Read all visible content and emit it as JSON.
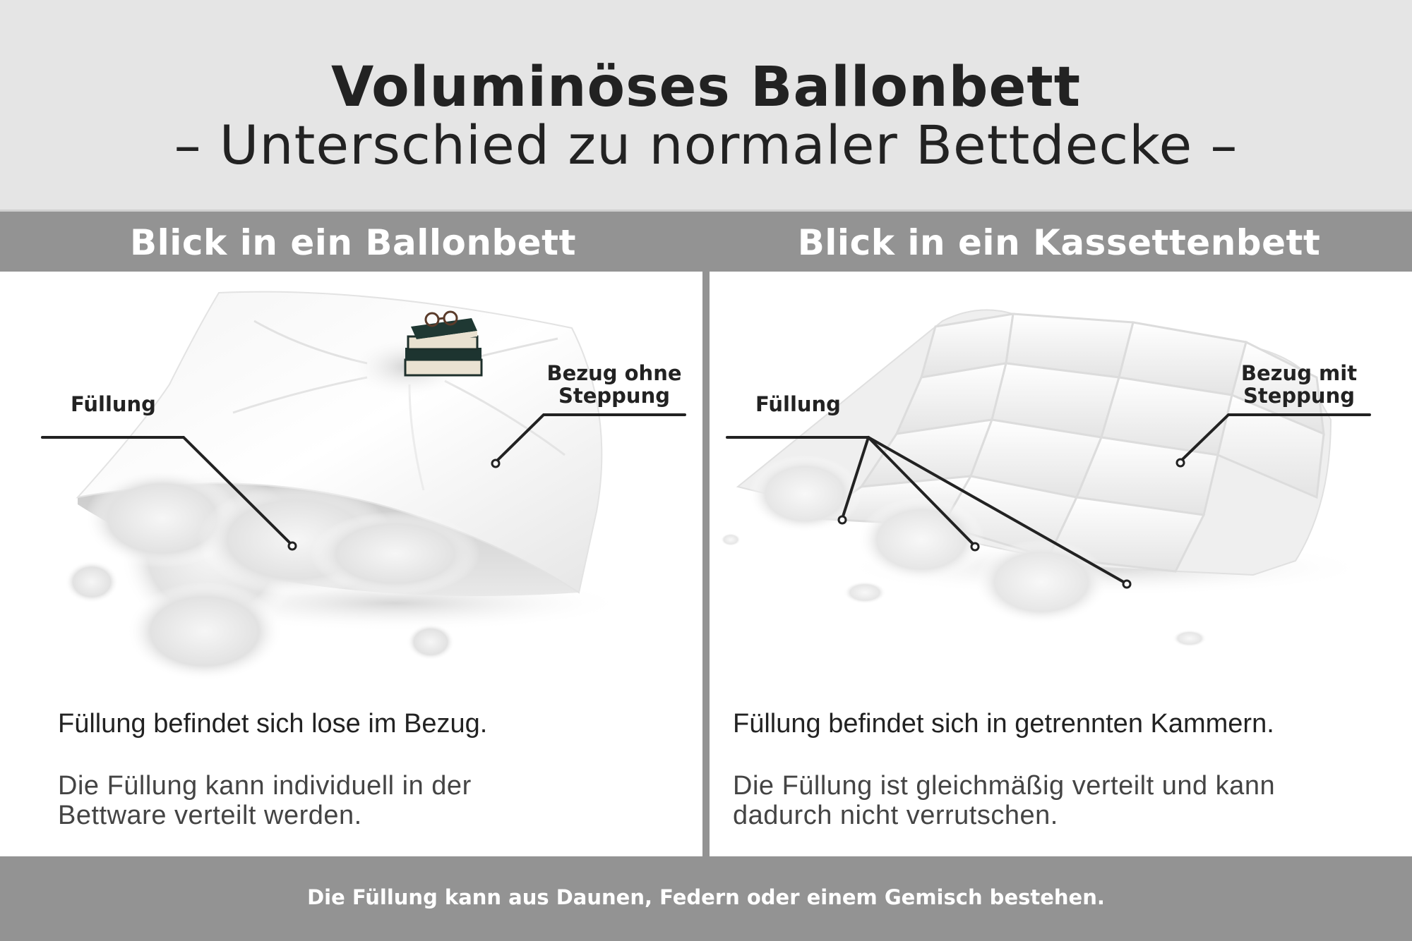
{
  "header": {
    "title": "Voluminöses Ballonbett",
    "subtitle": "– Unterschied zu normaler Bettdecke –"
  },
  "colors": {
    "header_bg": "#e5e5e5",
    "band_bg": "#939393",
    "text_dark": "#222222",
    "text_light": "#444444",
    "white": "#ffffff"
  },
  "panels": [
    {
      "heading": "Blick in ein Ballonbett",
      "illustration": "pillow-with-loose-filling",
      "labels": {
        "filling": "Füllung",
        "cover_line1": "Bezug ohne",
        "cover_line2": "Steppung"
      },
      "lead": "Füllung befindet sich lose im Bezug.",
      "desc_line1": "Die Füllung kann individuell in der",
      "desc_line2": "Bettware verteilt werden."
    },
    {
      "heading": "Blick in ein Kassettenbett",
      "illustration": "quilted-duvet-with-chambers",
      "labels": {
        "filling": "Füllung",
        "cover_line1": "Bezug mit",
        "cover_line2": "Steppung"
      },
      "lead": "Füllung befindet sich in getrennten Kammern.",
      "desc_line1": "Die Füllung ist gleichmäßig verteilt und kann",
      "desc_line2": "dadurch nicht verrutschen."
    }
  ],
  "footer": {
    "text": "Die Füllung kann aus Daunen, Federn oder einem Gemisch bestehen."
  }
}
